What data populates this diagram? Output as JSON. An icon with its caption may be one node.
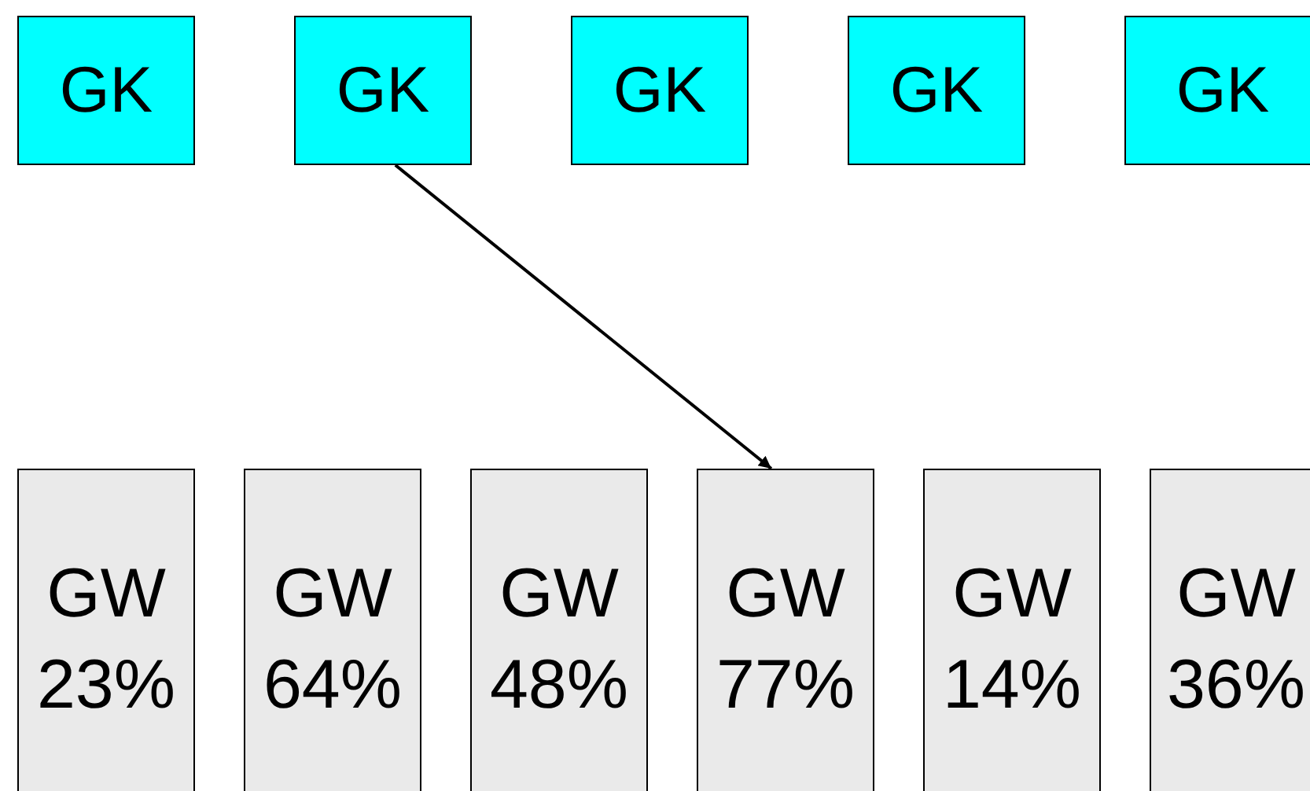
{
  "diagram": {
    "nodes": [
      {
        "text": [
          "GK"
        ]
      },
      {
        "text": [
          "GK"
        ]
      },
      {
        "text": [
          "GK"
        ]
      },
      {
        "text": [
          "GK"
        ]
      },
      {
        "text": [
          "GK"
        ]
      },
      {
        "text": [
          "GW 23%"
        ]
      },
      {
        "text": [
          "GW 64%"
        ]
      },
      {
        "text": [
          "GW 48%"
        ]
      },
      {
        "text": [
          "GW 77%"
        ]
      },
      {
        "text": [
          "GW 14%"
        ]
      },
      {
        "text": [
          "GW 36%"
        ]
      }
    ],
    "edges": [
      {
        "from": 1,
        "to": 8,
        "arrow": "to"
      }
    ]
  }
}
